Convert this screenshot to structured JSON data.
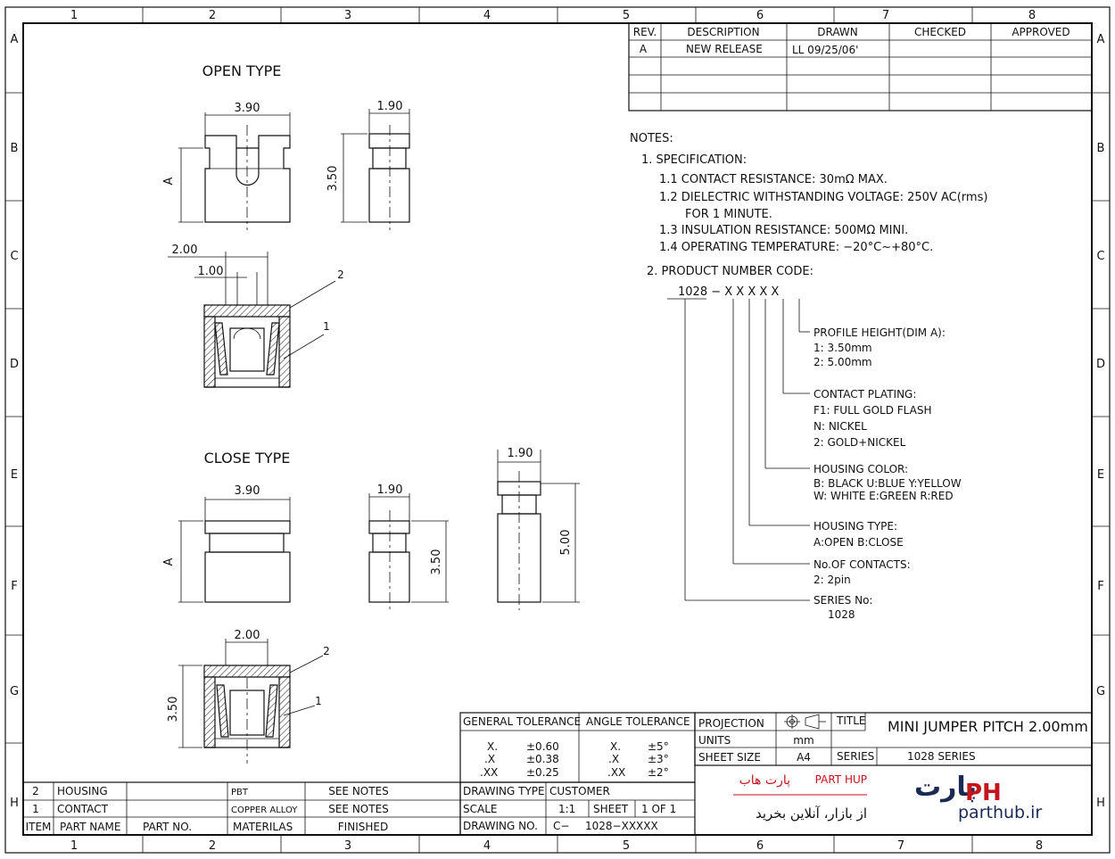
{
  "frame": {
    "columns": [
      "1",
      "2",
      "3",
      "4",
      "5",
      "6",
      "7",
      "8"
    ],
    "rows": [
      "A",
      "B",
      "C",
      "D",
      "E",
      "F",
      "G",
      "H"
    ]
  },
  "revision_table": {
    "headers": [
      "REV.",
      "DESCRIPTION",
      "DRAWN",
      "CHECKED",
      "APPROVED"
    ],
    "rows": [
      [
        "A",
        "NEW RELEASE",
        "LL 09/25/06'",
        "",
        ""
      ]
    ]
  },
  "views": {
    "open_type": {
      "title": "OPEN TYPE",
      "dim_width": "3.90",
      "dim_depth": "1.90",
      "dim_height": "3.50",
      "dim_a": "A",
      "dim_pitch": "2.00",
      "dim_gap": "1.00",
      "callout_1": "1",
      "callout_2": "2"
    },
    "close_type": {
      "title": "CLOSE TYPE",
      "dim_width": "3.90",
      "dim_depth": "1.90",
      "dim_height": "3.50",
      "dim_a": "A",
      "dim_side_depth": "1.90",
      "dim_side_height": "5.00",
      "dim_pitch": "2.00",
      "dim_section_height": "3.50",
      "callout_1": "1",
      "callout_2": "2"
    }
  },
  "notes": {
    "heading": "NOTES:",
    "spec_heading": "1.  SPECIFICATION:",
    "spec_items": [
      "1.1  CONTACT  RESISTANCE:  30mΩ  MAX.",
      "1.2  DIELECTRIC  WITHSTANDING  VOLTAGE:  250V  AC(rms)",
      "FOR  1  MINUTE.",
      "1.3  INSULATION  RESISTANCE:  500MΩ  MINI.",
      "1.4  OPERATING  TEMPERATURE:  −20°C~+80°C."
    ],
    "code_heading": "2.  PRODUCT  NUMBER  CODE:",
    "code_string": "1028 − X  X  X  X  X",
    "code_fields": [
      {
        "label": "PROFILE HEIGHT(DIM  A):",
        "values": [
          "1:  3.50mm",
          "2:  5.00mm"
        ]
      },
      {
        "label": "CONTACT  PLATING:",
        "values": [
          "F1:  FULL  GOLD  FLASH",
          "N:  NICKEL",
          "2:  GOLD+NICKEL"
        ]
      },
      {
        "label": "HOUSING  COLOR:",
        "values": [
          "B:  BLACK    U:BLUE    Y:YELLOW",
          "W:  WHITE    E:GREEN  R:RED"
        ]
      },
      {
        "label": "HOUSING  TYPE:",
        "values": [
          "A:OPEN     B:CLOSE"
        ]
      },
      {
        "label": "No.OF  CONTACTS:",
        "values": [
          "2:  2pin"
        ]
      },
      {
        "label": "SERIES  No:",
        "values": [
          "1028"
        ]
      }
    ]
  },
  "tolerance": {
    "general_label": "GENERAL TOLERANCE",
    "angle_label": "ANGLE  TOLERANCE",
    "general": [
      [
        "X.",
        "±0.60"
      ],
      [
        ".X",
        "±0.38"
      ],
      [
        ".XX",
        "±0.25"
      ]
    ],
    "angle": [
      [
        "X.",
        "±5°"
      ],
      [
        ".X",
        "±3°"
      ],
      [
        ".XX",
        "±2°"
      ]
    ]
  },
  "title_block": {
    "projection_label": "PROJECTION",
    "title_label": "TITLE",
    "title": "MINI  JUMPER  PITCH  2.00mm",
    "units_label": "UNITS",
    "units": "mm",
    "sheet_size_label": "SHEET  SIZE",
    "sheet_size": "A4",
    "series_label": "SERIES",
    "series": "1028  SERIES",
    "drawing_type_label": "DRAWING  TYPE",
    "drawing_type": "CUSTOMER",
    "scale_label": "SCALE",
    "scale": "1:1",
    "sheet_label": "SHEET",
    "sheet": "1  OF  1",
    "drawing_no_label": "DRAWING  NO.",
    "drawing_no_prefix": "C−",
    "drawing_no": "1028−XXXXX"
  },
  "bom": {
    "headers": [
      "ITEM",
      "PART NAME",
      "PART  NO.",
      "MATERILAS",
      "FINISHED"
    ],
    "rows": [
      [
        "2",
        "HOUSING",
        "",
        "PBT",
        "SEE  NOTES"
      ],
      [
        "1",
        "CONTACT",
        "",
        "COPPER  ALLOY",
        "SEE  NOTES"
      ]
    ]
  },
  "watermark": {
    "brand_fa": "پارت هاب",
    "brand_en": "PART HUP",
    "slogan_fa": "از بازار، آنلاین بخرید",
    "url": "parthub.ir",
    "accent_color": "#c4151c",
    "navy_color": "#1b2a55"
  }
}
